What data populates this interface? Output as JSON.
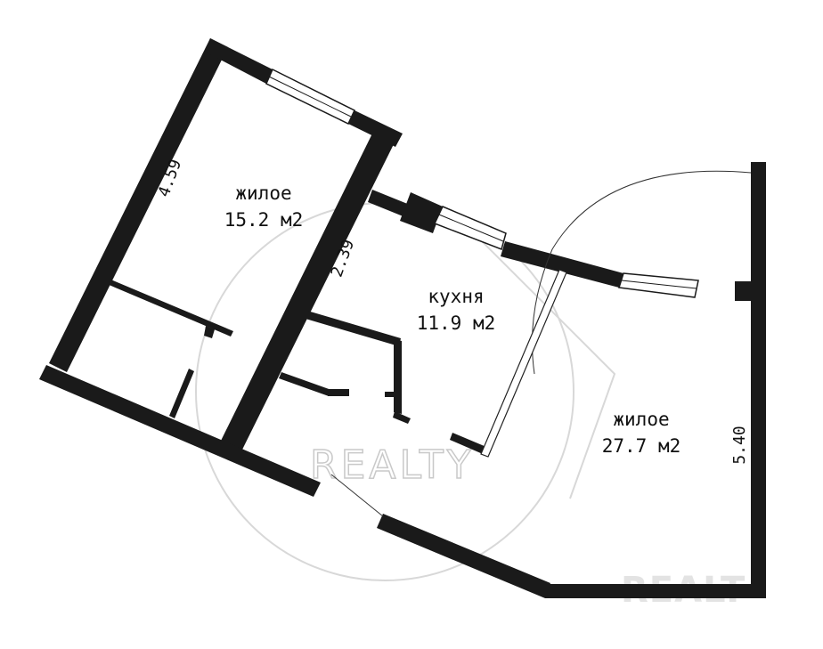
{
  "rooms": [
    {
      "name": "жилое",
      "area": "15.2 м2"
    },
    {
      "name": "кухня",
      "area": "11.9 м2"
    },
    {
      "name": "жилое",
      "area": "27.7 м2"
    }
  ],
  "dimensions": {
    "left_room_length": "4.59",
    "kitchen_wall": "2.39",
    "right_wall": "5.40"
  },
  "watermark": {
    "center": "REALTY",
    "corner": "REALT"
  },
  "colors": {
    "wall": "#1a1a1a",
    "background": "#ffffff",
    "watermark": "#c9c9c9"
  }
}
